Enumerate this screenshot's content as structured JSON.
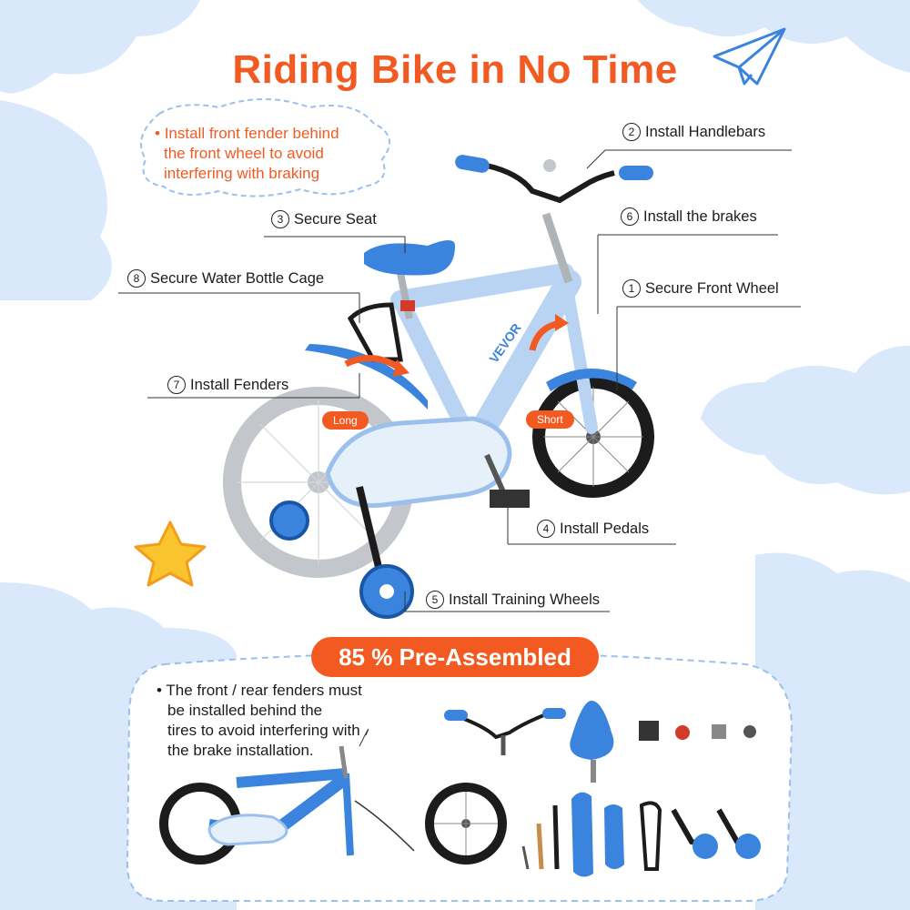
{
  "colors": {
    "accent": "#f25a22",
    "cloud": "#d9e8fb",
    "bike_light": "#b9d3f3",
    "bike_blue": "#3a84de",
    "tire": "#1c1c1c"
  },
  "title": "Riding Bike in No Time",
  "top_note": [
    "Install front fender behind",
    "the front wheel to avoid",
    "interfering with braking"
  ],
  "labels": {
    "handlebars": {
      "num": "2",
      "text": "Install Handlebars"
    },
    "seat": {
      "num": "3",
      "text": "Secure Seat"
    },
    "brakes": {
      "num": "6",
      "text": "Install the brakes"
    },
    "bottle_cage": {
      "num": "8",
      "text": "Secure Water Bottle Cage"
    },
    "front_wheel": {
      "num": "1",
      "text": "Secure Front Wheel"
    },
    "fenders": {
      "num": "7",
      "text": "Install Fenders"
    },
    "pedals": {
      "num": "4",
      "text": "Install Pedals"
    },
    "training_wheels": {
      "num": "5",
      "text": "Install Training Wheels"
    }
  },
  "fender_tags": {
    "long": "Long",
    "short": "Short"
  },
  "bike_brand": "VEVOR",
  "banner": "85 % Pre-Assembled",
  "bottom_note": [
    "The front / rear fenders must",
    "be installed behind the",
    "tires to avoid interfering with",
    "the brake installation."
  ],
  "icons": [
    "paper-plane-icon",
    "star-icon",
    "bullet-dot-icon"
  ]
}
